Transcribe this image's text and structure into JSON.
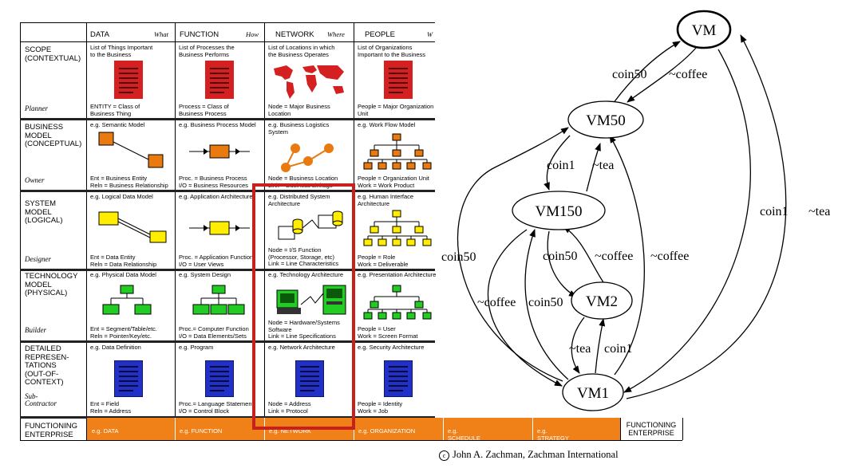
{
  "framework": {
    "columns": [
      {
        "title": "DATA",
        "what": "What"
      },
      {
        "title": "FUNCTION",
        "what": "How"
      },
      {
        "title": "NETWORK",
        "what": "Where"
      },
      {
        "title": "PEOPLE",
        "what": "W"
      }
    ],
    "rows": [
      {
        "label": "SCOPE\n(CONTEXTUAL)",
        "role": "Planner",
        "cells": [
          {
            "top": "List of Things Important\nto the Business",
            "bottom": "ENTITY = Class of\n             Business Thing"
          },
          {
            "top": "List of Processes the\nBusiness Performs",
            "bottom": "Process  = Class of\n              Business Process"
          },
          {
            "top": "List of Locations in which\nthe Business Operates",
            "bottom": "Node = Major  Business\n               Location"
          },
          {
            "top": "List of Organizations\nImportant to the Business",
            "bottom": "People = Major Organization\n               Unit"
          }
        ]
      },
      {
        "label": "BUSINESS\nMODEL\n(CONCEPTUAL)",
        "role": "Owner",
        "cells": [
          {
            "top": "e.g. Semantic Model",
            "bottom": "Ent = Business Entity\nReln = Business Relationship"
          },
          {
            "top": "e.g. Business Process Model",
            "bottom": "Proc. = Business Process\nI/O = Business Resources"
          },
          {
            "top": "e.g.  Business Logistics\n       System",
            "bottom": "Node = Business Location\nLink = Business Linkage"
          },
          {
            "top": "e.g.  Work Flow Model",
            "bottom": "People = Organization Unit\nWork = Work Product"
          }
        ]
      },
      {
        "label": "SYSTEM\nMODEL\n(LOGICAL)",
        "role": "Designer",
        "cells": [
          {
            "top": "e.g. Logical Data Model",
            "bottom": "Ent = Data Entity\nReln = Data Relationship"
          },
          {
            "top": "e.g. Application Architecture",
            "bottom": "Proc. = Application Function\nI/O = User Views"
          },
          {
            "top": "e.g.  Distributed System\n       Architecture",
            "bottom": "Node = I/S Function\n(Processor, Storage, etc)\nLink = Line Characteristics"
          },
          {
            "top": "e.g. Human Interface\n                  Architecture",
            "bottom": "People = Role\nWork = Deliverable"
          }
        ]
      },
      {
        "label": "TECHNOLOGY\nMODEL\n(PHYSICAL)",
        "role": "Builder",
        "cells": [
          {
            "top": "e.g. Physical Data Model",
            "bottom": "Ent = Segment/Table/etc.\nReln = Pointer/Key/etc."
          },
          {
            "top": "e.g. System Design",
            "bottom": "Proc.= Computer Function\nI/O = Data Elements/Sets"
          },
          {
            "top": "e.g. Technology Architecture",
            "bottom": "Node = Hardware/Systems\n              Software\nLink = Line Specifications"
          },
          {
            "top": "e.g. Presentation Architecture",
            "bottom": "People = User\nWork = Screen Format"
          }
        ]
      },
      {
        "label": "DETAILED\nREPRESEN-\nTATIONS\n(OUT-OF-\n  CONTEXT)",
        "role": "Sub-\nContractor",
        "cells": [
          {
            "top": "e.g. Data Definition",
            "bottom": "Ent = Field\nReln = Address"
          },
          {
            "top": "e.g. Program",
            "bottom": "Proc.= Language Statement\nI/O = Control Block"
          },
          {
            "top": "e.g. Network Architecture",
            "bottom": "Node = Address\nLink = Protocol"
          },
          {
            "top": "e.g. Security Architecture",
            "bottom": "People = Identity\nWork = Job"
          }
        ]
      }
    ],
    "functioning": {
      "label": "FUNCTIONING\nENTERPRISE",
      "cells": [
        "e.g. DATA",
        "e.g. FUNCTION",
        "e.g. NETWORK",
        "e.g. ORGANIZATION",
        "e.g. SCHEDULE",
        "e.g. STRATEGY"
      ],
      "end": "FUNCTIONING\nENTERPRISE"
    },
    "colors": {
      "orange": "#f08018",
      "highlight": "#c8201c",
      "doc_red": "#d42020",
      "doc_blue": "#2030c8",
      "green": "#22cc22",
      "yellow": "#ffee00"
    }
  },
  "credit": "John A. Zachman, Zachman International",
  "state_machine": {
    "states": [
      "VM",
      "VM50",
      "VM150",
      "VM2",
      "VM1"
    ],
    "edge_labels": {
      "vm50_vm_coin": "coin50",
      "vm50_vm_coffee": "~coffee",
      "vm50_vm150": "coin1",
      "vm150_vm50": "~tea",
      "vm1_vm50_left": "coin50",
      "vm150_vm1": "~coffee",
      "vm1_vm150": "coin50",
      "vm150_vm2": "coin50",
      "vm2_vm150": "~coffee",
      "vm1_vm50_right": "~coffee",
      "vm2_vm1": "~tea",
      "vm1_vm2": "coin1",
      "vm_vm1": "coin1",
      "vm1_vm": "~tea"
    }
  }
}
